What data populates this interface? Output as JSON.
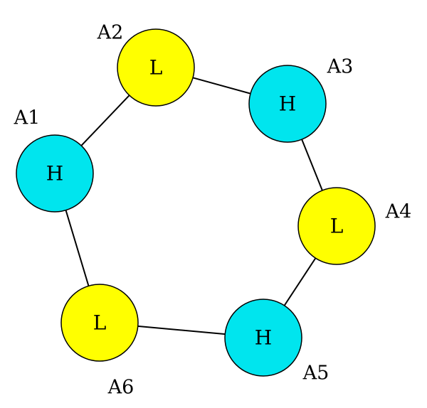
{
  "colors": {
    "H": "#00e5ee",
    "L": "#ffff00",
    "edge": "#000000"
  },
  "nodes": [
    {
      "id": "A1",
      "label": "A1",
      "type": "H",
      "text": "H"
    },
    {
      "id": "A2",
      "label": "A2",
      "type": "L",
      "text": "L"
    },
    {
      "id": "A3",
      "label": "A3",
      "type": "H",
      "text": "H"
    },
    {
      "id": "A4",
      "label": "A4",
      "type": "L",
      "text": "L"
    },
    {
      "id": "A5",
      "label": "A5",
      "type": "H",
      "text": "H"
    },
    {
      "id": "A6",
      "label": "A6",
      "type": "L",
      "text": "L"
    }
  ],
  "edges": [
    {
      "from": "A1",
      "to": "A2"
    },
    {
      "from": "A2",
      "to": "A3"
    },
    {
      "from": "A3",
      "to": "A4"
    },
    {
      "from": "A4",
      "to": "A5"
    },
    {
      "from": "A5",
      "to": "A6"
    },
    {
      "from": "A6",
      "to": "A1"
    }
  ]
}
